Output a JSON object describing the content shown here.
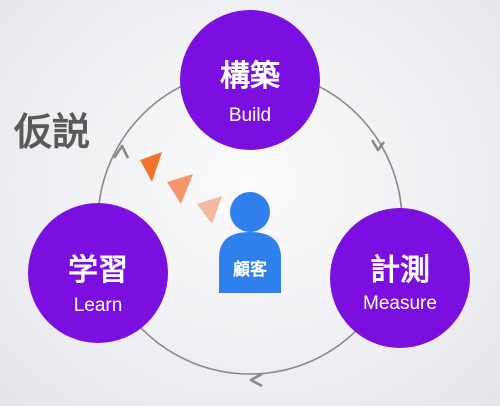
{
  "hypothesis_label": "仮説",
  "nodes": {
    "build": {
      "title": "構築",
      "subtitle": "Build"
    },
    "measure": {
      "title": "計測",
      "subtitle": "Measure"
    },
    "learn": {
      "title": "学習",
      "subtitle": "Learn"
    }
  },
  "customer": {
    "label": "顧客"
  },
  "colors": {
    "node_fill": "#7a0fe0",
    "cycle_line": "#8a8a8a",
    "customer": "#2f80ed",
    "hypothesis_text": "#5a5a5a",
    "triangles": [
      "#f2742c",
      "#f4956a",
      "#f5b8a0"
    ]
  },
  "icons": [
    "cycle-arrow-icon",
    "person-icon",
    "triangle-pointer-icon"
  ]
}
